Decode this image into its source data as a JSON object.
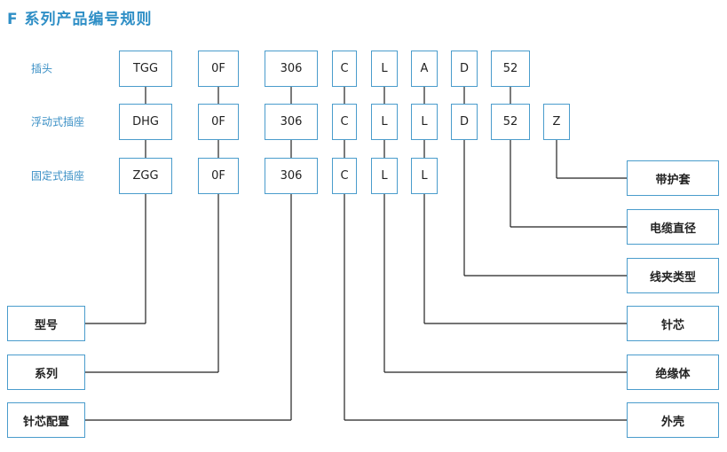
{
  "title": "F 系列产品编号规则",
  "rows": [
    {
      "label": "插头",
      "codes": [
        "TGG",
        "0F",
        "306",
        "C",
        "L",
        "A",
        "D",
        "52"
      ]
    },
    {
      "label": "浮动式插座",
      "codes": [
        "DHG",
        "0F",
        "306",
        "C",
        "L",
        "L",
        "D",
        "52",
        "Z"
      ]
    },
    {
      "label": "固定式插座",
      "codes": [
        "ZGG",
        "0F",
        "306",
        "C",
        "L",
        "L"
      ]
    }
  ],
  "left_labels": [
    "型号",
    "系列",
    "针芯配置"
  ],
  "right_labels": [
    "带护套",
    "电缆直径",
    "线夹类型",
    "针芯",
    "绝缘体",
    "外壳"
  ]
}
